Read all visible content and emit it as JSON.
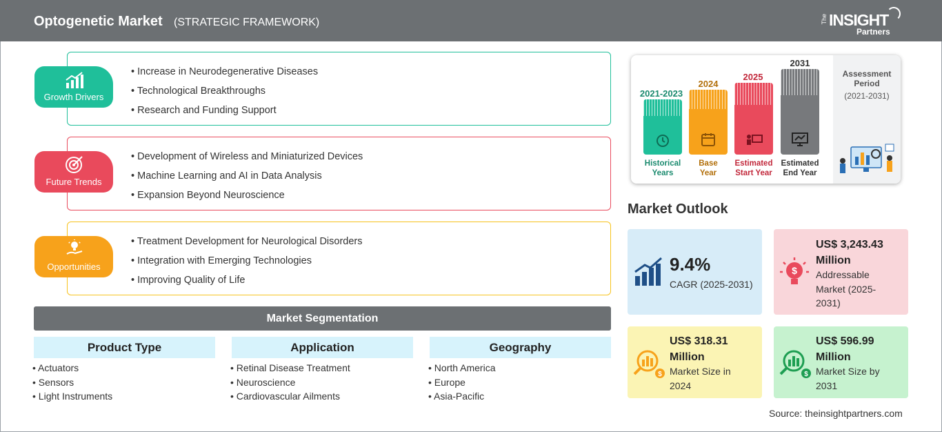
{
  "header": {
    "title": "Optogenetic Market",
    "subtitle": "(STRATEGIC FRAMEWORK)",
    "logo": {
      "the": "The",
      "insight": "INSIGHT",
      "partners": "Partners"
    }
  },
  "framework": {
    "growth_drivers": {
      "label": "Growth Drivers",
      "color": "#1fbf9a",
      "items": [
        "Increase in Neurodegenerative Diseases",
        "Technological Breakthroughs",
        "Research and Funding Support"
      ]
    },
    "future_trends": {
      "label": "Future Trends",
      "color": "#e94a5c",
      "items": [
        "Development of Wireless and Miniaturized Devices",
        "Machine Learning and AI in Data Analysis",
        "Expansion Beyond Neuroscience"
      ]
    },
    "opportunities": {
      "label": "Opportunities",
      "color": "#f7a21b",
      "items": [
        "Treatment Development for Neurological Disorders",
        "Integration with Emerging Technologies",
        "Improving Quality of Life"
      ]
    }
  },
  "segmentation": {
    "title": "Market Segmentation",
    "columns": [
      {
        "heading": "Product Type",
        "items": [
          "Actuators",
          "Sensors",
          "Light Instruments"
        ]
      },
      {
        "heading": "Application",
        "items": [
          "Retinal Disease Treatment",
          "Neuroscience",
          "Cardiovascular Ailments"
        ]
      },
      {
        "heading": "Geography",
        "items": [
          "North America",
          "Europe",
          "Asia-Pacific"
        ]
      }
    ]
  },
  "timeline": {
    "periods": [
      {
        "year": "2021-2023",
        "caption1": "Historical",
        "caption2": "Years",
        "color": "#1fbf9a",
        "text_color": "#1a8a6e",
        "icon": "history-icon"
      },
      {
        "year": "2024",
        "caption1": "Base",
        "caption2": "Year",
        "color": "#f7a21b",
        "text_color": "#b26f0a",
        "icon": "calendar-icon"
      },
      {
        "year": "2025",
        "caption1": "Estimated",
        "caption2": "Start Year",
        "color": "#e94a5c",
        "text_color": "#c2283b",
        "icon": "presentation-icon"
      },
      {
        "year": "2031",
        "caption1": "Estimated",
        "caption2": "End Year",
        "color": "#77797c",
        "text_color": "#333333",
        "icon": "monitor-chart-icon"
      }
    ],
    "assessment_label": "Assessment Period",
    "assessment_range": "(2021-2031)"
  },
  "outlook": {
    "title": "Market Outlook",
    "cagr": {
      "value": "9.4%",
      "label": "CAGR (2025-2031)",
      "bg": "#d7ecf8"
    },
    "addressable": {
      "value": "US$ 3,243.43",
      "unit": "Million",
      "label": "Addressable Market (2025-2031)",
      "bg": "#f9d6da"
    },
    "size_2024": {
      "value": "US$ 318.31",
      "unit": "Million",
      "label": "Market Size in 2024",
      "bg": "#fbf4b4"
    },
    "size_2031": {
      "value": "US$ 596.99",
      "unit": "Million",
      "label": "Market Size by 2031",
      "bg": "#c6f2cf"
    }
  },
  "source": "Source: theinsightpartners.com"
}
